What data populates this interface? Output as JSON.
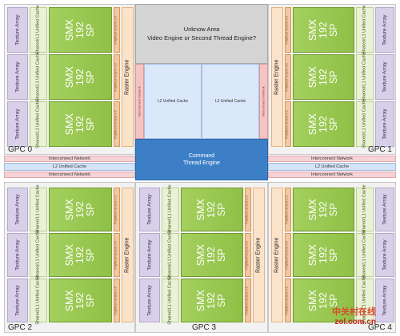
{
  "center": {
    "unknown_line1": "Unknow Area",
    "unknown_line2": "Video Engine   or Second Thread Engine?",
    "l2_cache": "L2 Unified Cache",
    "interconnect": "Interconnect Network",
    "command_line1": "Command",
    "command_line2": "Thread Engine"
  },
  "bands": {
    "interconnect": "Interconnect Network",
    "l2_cache": "L2 Unified Cache"
  },
  "gpc_labels": [
    "GPC 0",
    "GPC 1",
    "GPC 2",
    "GPC 3",
    "GPC 4"
  ],
  "block": {
    "texture": "Texture Array",
    "shared_cache": "Shared/L1 Unified Cache",
    "smx_line1": "SMX",
    "smx_line2": "192",
    "smx_line3": "SP",
    "polymorph": "PolyMorph Engine 2.0",
    "raster": "Raster Engine"
  },
  "watermark": {
    "brand": "中关村在线",
    "url": "zol.com.cn"
  }
}
